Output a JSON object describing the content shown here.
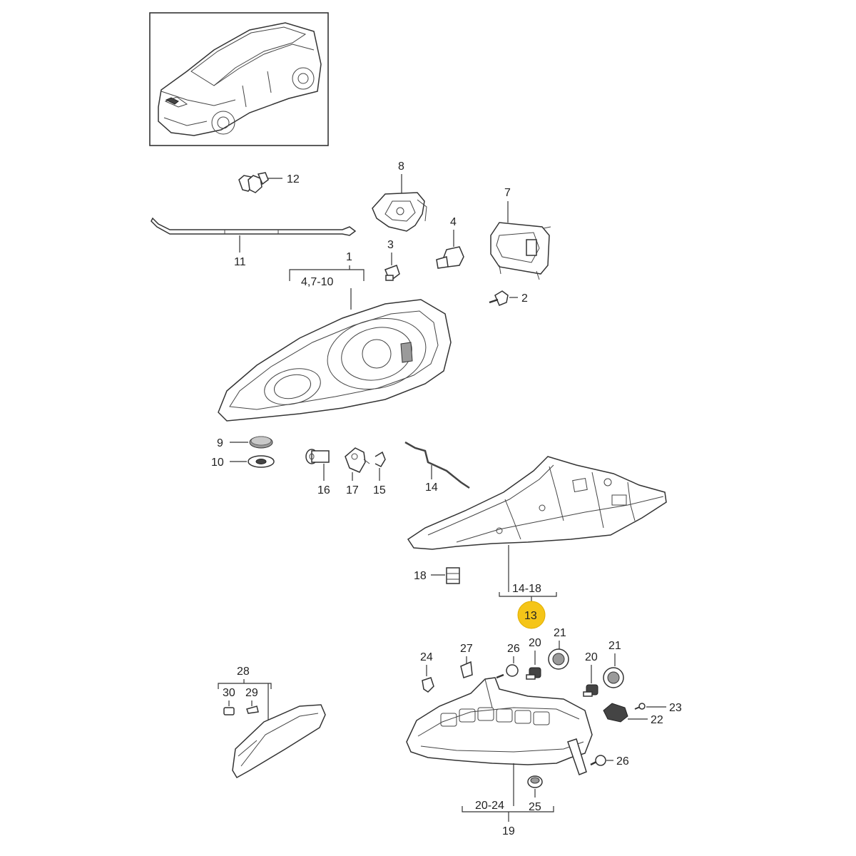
{
  "callouts": {
    "c1": "1",
    "c2": "2",
    "c3": "3",
    "c4": "4",
    "c7": "7",
    "c8": "8",
    "c9": "9",
    "c10": "10",
    "c11": "11",
    "c12": "12",
    "c13": "13",
    "c14": "14",
    "c15": "15",
    "c16": "16",
    "c17": "17",
    "c18": "18",
    "c19": "19",
    "c20a": "20",
    "c20b": "20",
    "c21a": "21",
    "c21b": "21",
    "c22": "22",
    "c23": "23",
    "c24": "24",
    "c25": "25",
    "c26a": "26",
    "c26b": "26",
    "c27": "27",
    "c28": "28",
    "c29": "29",
    "c30": "30"
  },
  "groups": {
    "g1": "4,7-10",
    "g13": "14-18",
    "g19": "20-24"
  },
  "highlight_color": "#f5c518"
}
